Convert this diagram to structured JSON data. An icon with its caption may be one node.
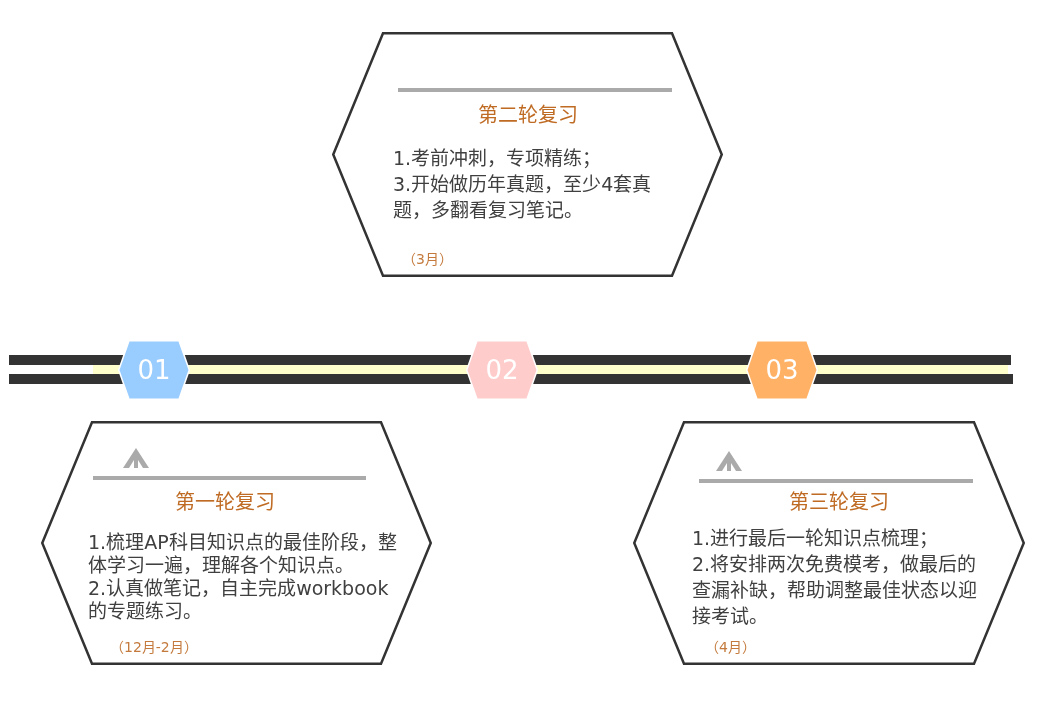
{
  "diagram": {
    "nodes": [
      {
        "text": [
          "第二轮复习",
          "1.考前冲刺，专项精练；",
          "3.开始做历年真题，至少4套真题，多翻看复习笔记。",
          "（3月）"
        ]
      },
      {
        "text": [
          "01"
        ]
      },
      {
        "text": [
          "02"
        ]
      },
      {
        "text": [
          "03"
        ]
      },
      {
        "text": [
          "第一轮复习",
          "1.梳理AP科目知识点的最佳阶段，整体学习一遍，理解各个知识点。",
          "2.认真做笔记，自主完成workbook的专题练习。",
          "（12月-2月）"
        ]
      },
      {
        "text": [
          "第三轮复习",
          "1.进行最后一轮知识点梳理；",
          "2.将安排两次免费模考，做最后的查漏补缺，帮助调整最佳状态以迎接考试。",
          "（4月）"
        ]
      }
    ]
  }
}
